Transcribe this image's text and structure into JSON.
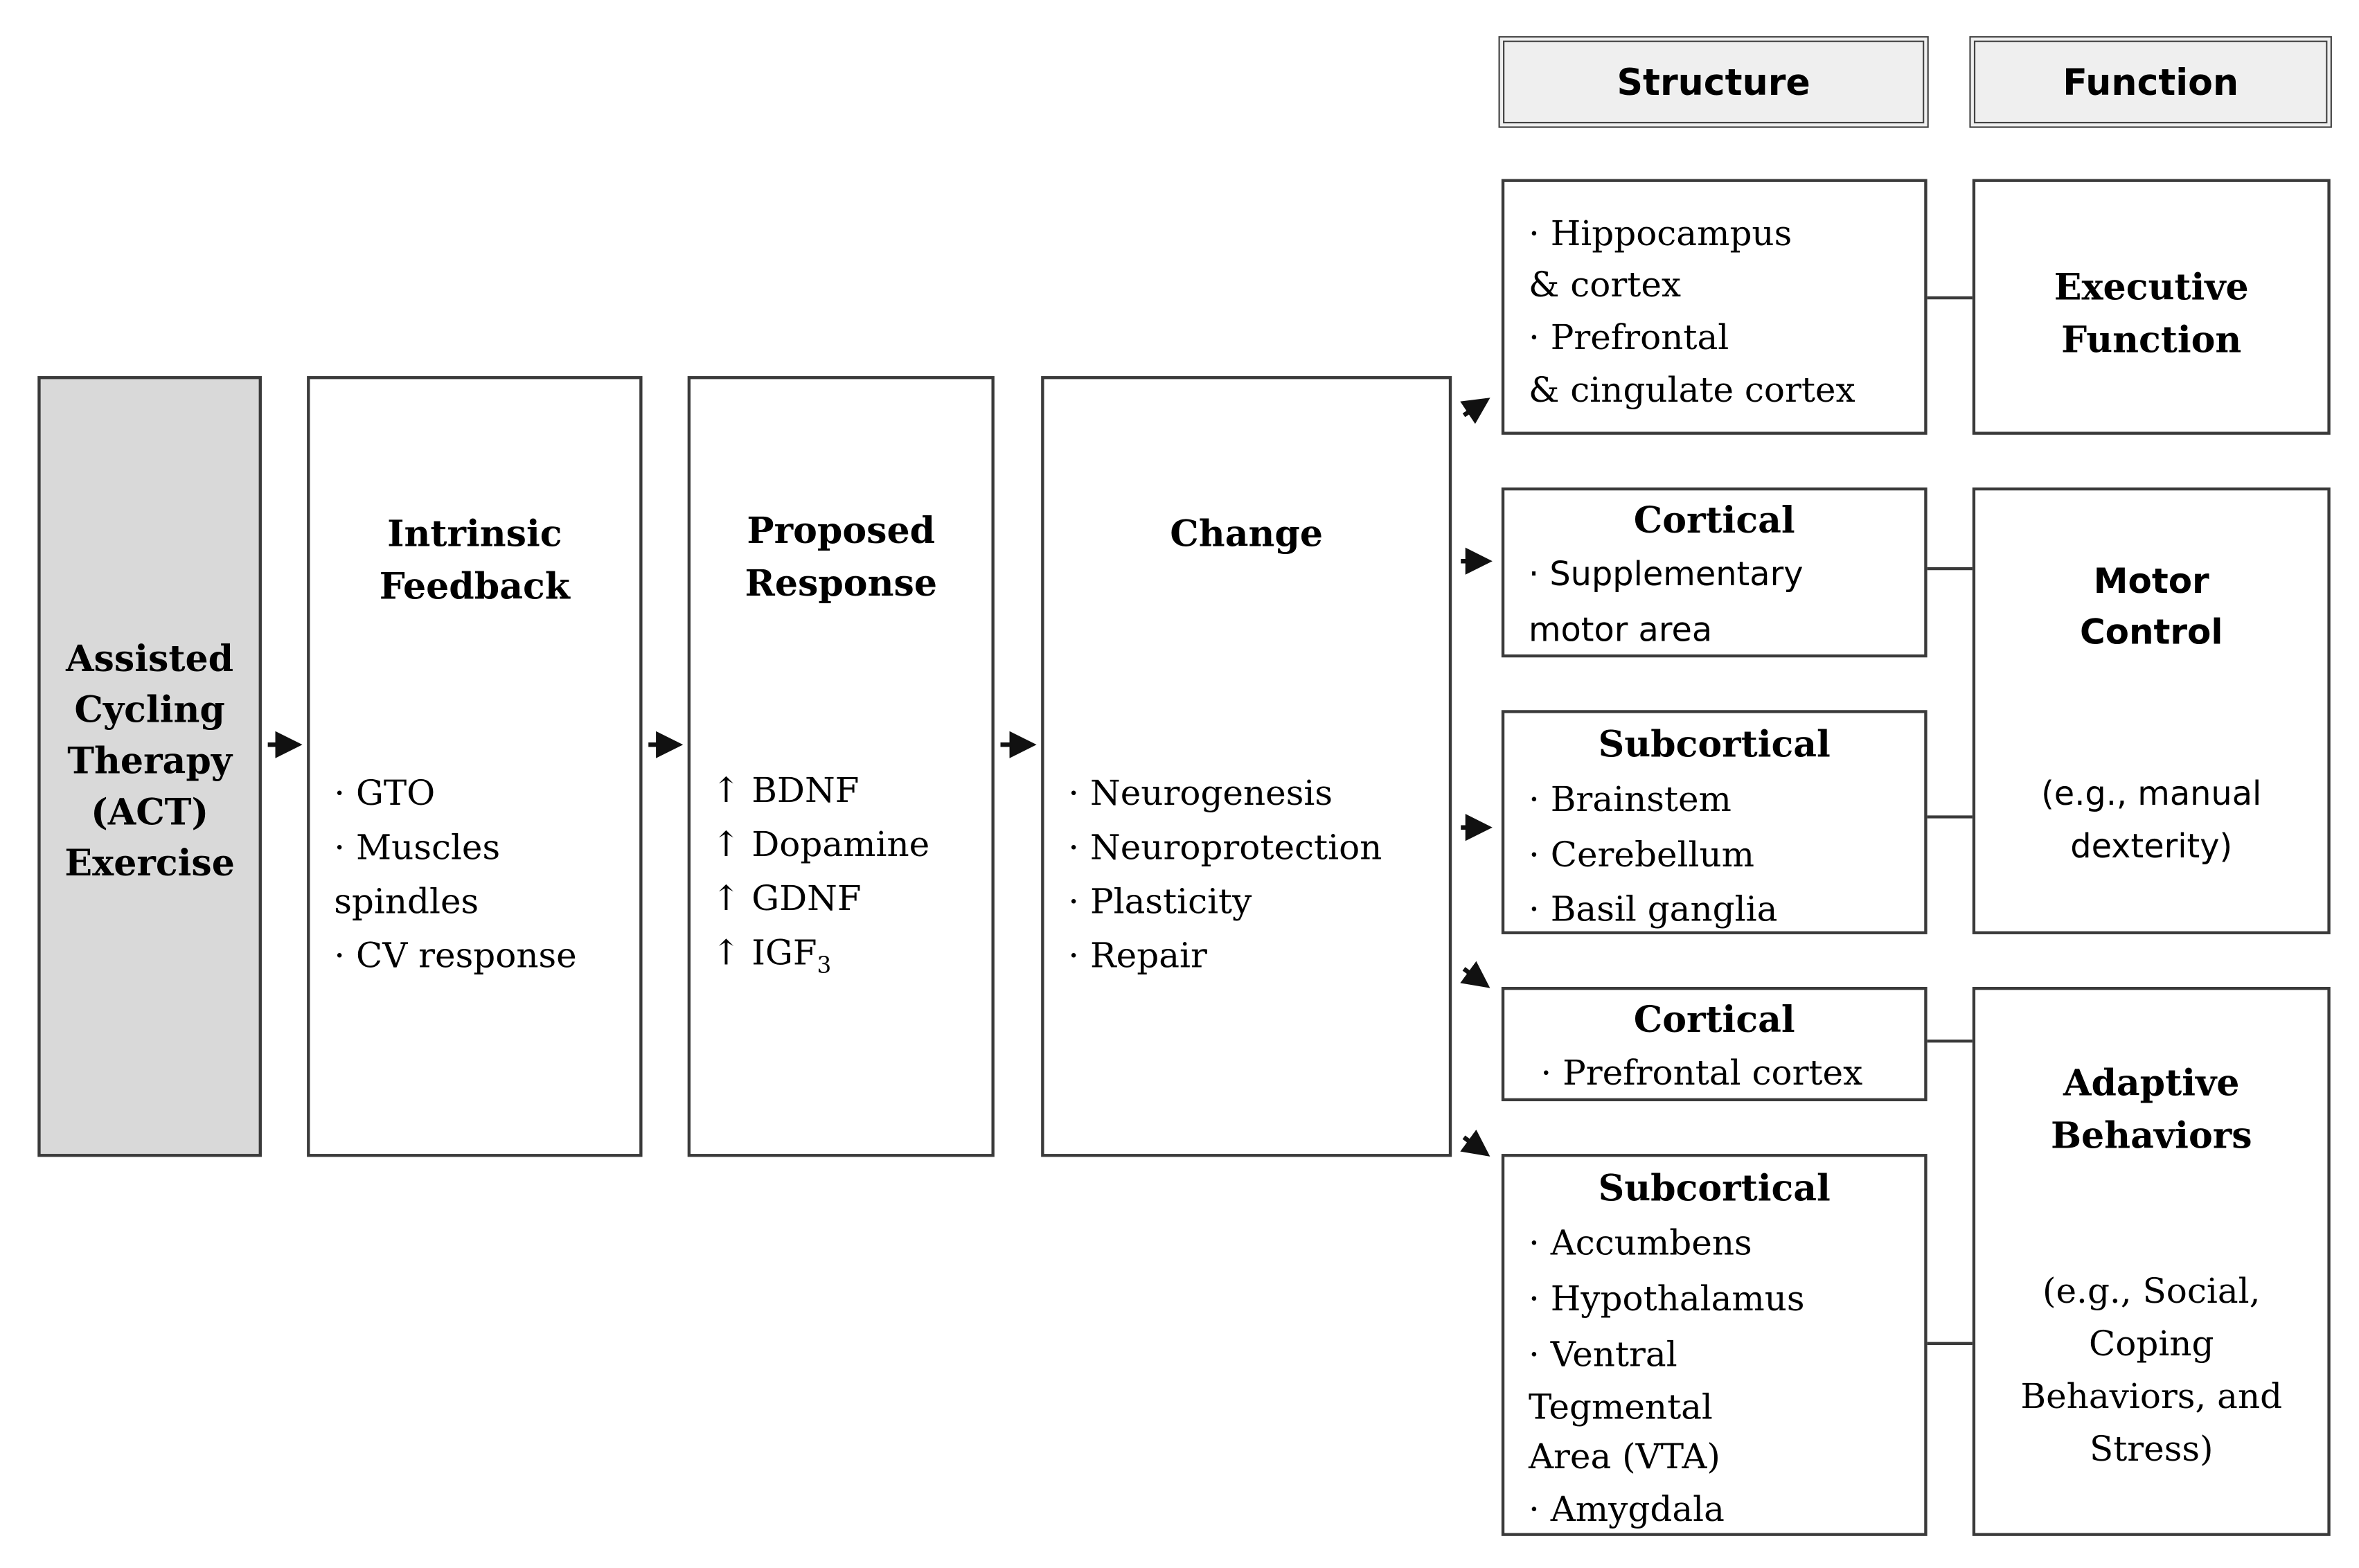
{
  "headers": {
    "structure": "Structure",
    "function": "Function"
  },
  "act": {
    "lines": [
      "Assisted",
      "Cycling",
      "Therapy",
      "(ACT)",
      "Exercise"
    ]
  },
  "intrinsic": {
    "title": [
      "Intrinsic",
      "Feedback"
    ],
    "items": [
      "· GTO",
      "· Muscles",
      "spindles",
      "· CV response"
    ]
  },
  "proposed": {
    "title": [
      "Proposed",
      "Response"
    ],
    "arrow": "↑",
    "items": [
      "BDNF",
      "Dopamine",
      "GDNF",
      "IGF"
    ],
    "igf_sub": "3"
  },
  "change": {
    "title": "Change",
    "items": [
      "· Neurogenesis",
      "· Neuroprotection",
      "· Plasticity",
      "· Repair"
    ]
  },
  "structures": {
    "s1": {
      "items": [
        "· Hippocampus",
        "& cortex",
        "· Prefrontal",
        "& cingulate cortex"
      ]
    },
    "s2": {
      "title": "Cortical",
      "items": [
        "· Supplementary",
        "motor area"
      ]
    },
    "s3": {
      "title": "Subcortical",
      "items": [
        "· Brainstem",
        "· Cerebellum",
        "· Basil ganglia"
      ]
    },
    "s4": {
      "title": "Cortical",
      "items": [
        "· Prefrontal cortex"
      ]
    },
    "s5": {
      "title": "Subcortical",
      "items": [
        "· Accumbens",
        "· Hypothalamus",
        "· Ventral",
        "Tegmental",
        "Area (VTA)",
        "· Amygdala"
      ]
    }
  },
  "functions": {
    "executive": {
      "title": [
        "Executive",
        "Function"
      ]
    },
    "motor": {
      "title": [
        "Motor",
        "Control"
      ],
      "example": [
        "(e.g., manual",
        "dexterity)"
      ]
    },
    "adaptive": {
      "title": [
        "Adaptive",
        "Behaviors"
      ],
      "example": [
        "(e.g., Social,",
        "Coping",
        "Behaviors, and",
        "Stress)"
      ]
    }
  }
}
